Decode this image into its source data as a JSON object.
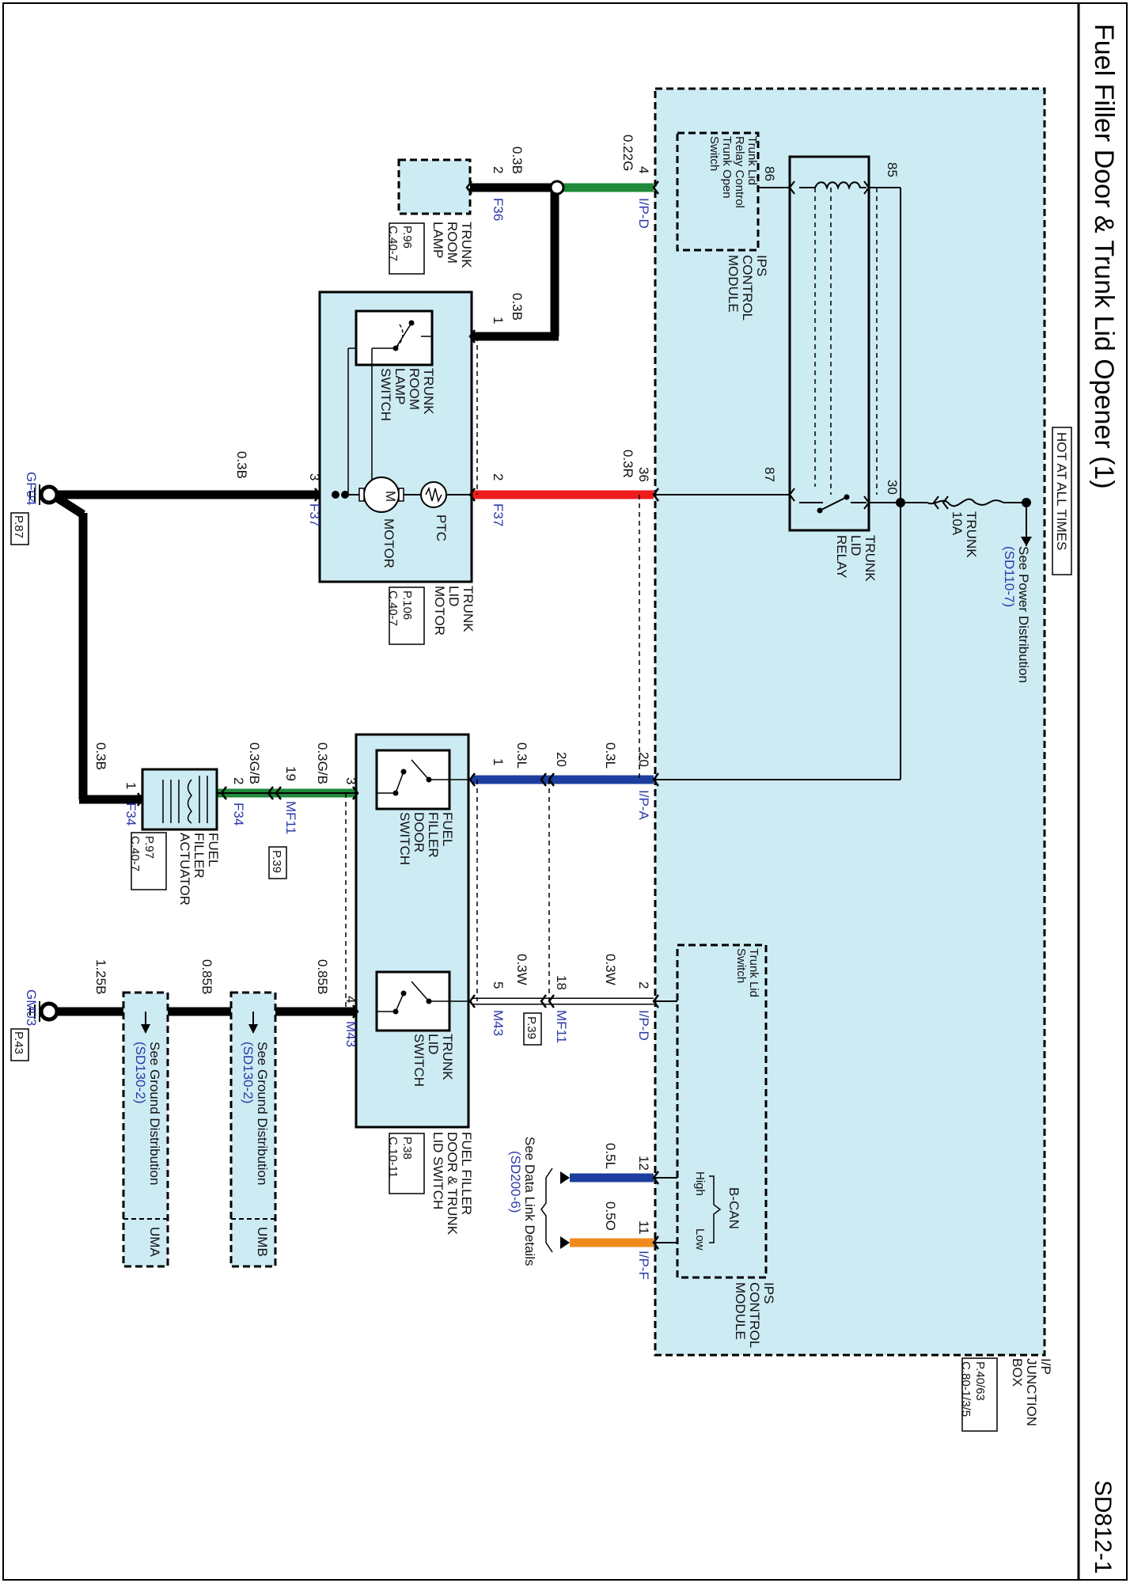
{
  "title": "Fuel Filler Door & Trunk Lid Opener (1)",
  "sheet_id": "SD812-1",
  "power": {
    "hot_label": "HOT AT ALL TIMES",
    "see_line1": "See Power Distribution",
    "see_line2": "(SD110-7)",
    "fuse_line1": "TRUNK",
    "fuse_line2": "10A"
  },
  "junction_box": {
    "line1": "I/P",
    "line2": "JUNCTION",
    "line3": "BOX",
    "ref1": "P.40/63",
    "ref2": "C.80-1/3/5"
  },
  "relay": {
    "line1": "TRUNK",
    "line2": "LID",
    "line3": "RELAY",
    "pin85": "85",
    "pin86": "86",
    "pin87": "87",
    "pin30": "30"
  },
  "ips_top": {
    "box_line1": "Trunk Lid",
    "box_line2": "Relay Control",
    "box_line3": "Trunk Open",
    "box_line4": "Switch",
    "name1": "IPS",
    "name2": "CONTROL",
    "name3": "MODULE"
  },
  "ips_bottom": {
    "sw_line1": "Trunk Lid",
    "sw_line2": "Switch",
    "bcan": "B-CAN",
    "high": "High",
    "low": "Low",
    "name1": "IPS",
    "name2": "CONTROL",
    "name3": "MODULE"
  },
  "wires": {
    "w_022g": "0.22G",
    "w_03b_a": "0.3B",
    "w_03b_b": "0.3B",
    "w_03r": "0.3R",
    "w_03b_motor": "0.3B",
    "w_03l_a": "0.3L",
    "w_03l_b": "0.3L",
    "w_03gb_a": "0.3G/B",
    "w_03gb_b": "0.3G/B",
    "w_03b_act": "0.3B",
    "w_03w_a": "0.3W",
    "w_03w_b": "0.3W",
    "w_085b_a": "0.85B",
    "w_085b_b": "0.85B",
    "w_125b": "1.25B",
    "w_05l": "0.5L",
    "w_05o": "0.5O"
  },
  "pins": {
    "p4": "4",
    "p2_lamp": "2",
    "p1_sw": "1",
    "p36": "36",
    "p2_motor": "2",
    "p3_motor": "3",
    "p20a": "20",
    "p20b": "20",
    "p1_door": "1",
    "p19": "19",
    "p3_door": "3",
    "p2_act": "2",
    "p1_act": "1",
    "p2_trunk": "2",
    "p18": "18",
    "p5": "5",
    "p4_trunk": "4",
    "p12": "12",
    "p11": "11"
  },
  "connectors": {
    "ipd_a": "I/P-D",
    "f36": "F36",
    "f37_a": "F37",
    "f37_b": "F37",
    "ipa": "I/P-A",
    "mf11_a": "MF11",
    "f34_a": "F34",
    "f34_b": "F34",
    "ipd_b": "I/P-D",
    "mf11_b": "MF11",
    "m43_a": "M43",
    "m43_b": "M43",
    "ipf": "I/P-F",
    "mf11_a_ref": "P.39",
    "mf11_b_ref": "P.39"
  },
  "components": {
    "lamp_line1": "TRUNK",
    "lamp_line2": "ROOM",
    "lamp_line3": "LAMP",
    "lamp_ref1": "P.96",
    "lamp_ref2": "C.40-7",
    "lampsw_line1": "TRUNK",
    "lampsw_line2": "ROOM",
    "lampsw_line3": "LAMP",
    "lampsw_line4": "SWITCH",
    "ptc": "PTC",
    "motor_m": "M",
    "motor": "MOTOR",
    "lidmotor_line1": "TRUNK",
    "lidmotor_line2": "LID",
    "lidmotor_line3": "MOTOR",
    "lidmotor_ref1": "P.106",
    "lidmotor_ref2": "C.40-7",
    "doorsw_line1": "FUEL",
    "doorsw_line2": "FILLER",
    "doorsw_line3": "DOOR",
    "doorsw_line4": "SWITCH",
    "trunksw_line1": "TRUNK",
    "trunksw_line2": "LID",
    "trunksw_line3": "SWITCH",
    "assy_line1": "FUEL FILLER",
    "assy_line2": "DOOR & TRUNK",
    "assy_line3": "LID SWITCH",
    "assy_ref1": "P.38",
    "assy_ref2": "C.10-11",
    "act_line1": "FUEL",
    "act_line2": "FILLER",
    "act_line3": "ACTUATOR",
    "act_ref1": "P.97",
    "act_ref2": "C.40-7"
  },
  "grounds": {
    "gf04": "GF04",
    "gf04_ref": "P.87",
    "gm03": "GM03",
    "gm03_ref": "P.43",
    "see1_line1": "See Ground Distribution",
    "see1_line2": "(SD130-2)",
    "see2_line1": "See Ground Distribution",
    "see2_line2": "(SD130-2)",
    "uma": "UMA",
    "umb": "UMB"
  },
  "data_link": {
    "line1": "See Data Link Details",
    "line2": "(SD200-6)"
  },
  "colors": {
    "box_fill": "#cdebf3",
    "wire_black": "#000000",
    "wire_green": "#1e8a3a",
    "wire_red": "#ee1c1c",
    "wire_blue": "#1d3e9e",
    "wire_orange": "#f08a1c",
    "label_blue": "#2b3aa8"
  }
}
